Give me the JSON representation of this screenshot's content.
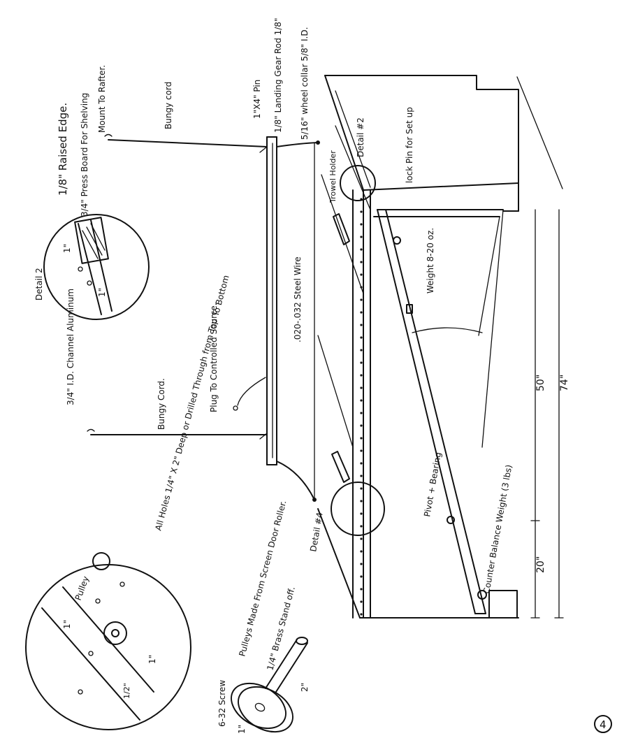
{
  "page_number": "4",
  "labels": {
    "raised_edge": "1/8\" Raised Edge.",
    "press_board": "3/4\" Press Board For Shelving",
    "mount_to_rafter": "Mount To Rafter.",
    "bungy_cord_top": "Bungy cord",
    "pin": "1\"X4\" Pin",
    "landing_gear_rod": "1/8\" Landing Gear Rod 1/8\"",
    "wheel_collar": "5/16\" wheel collar 5/8\" I.D.",
    "detail_2_top": "Detail 2",
    "trowel_holder": "Trowel Holder",
    "detail_2_ref": "Detail #2",
    "lock_pin": "lock Pin for Set up",
    "weight": "Weight 8-20 oz.",
    "steel_wire": ".020-.032 Steel Wire",
    "channel": "3/4\" I.D. Channel Aluminum",
    "plug": "Plug To Controlled Source.",
    "bungy_cord_mid": "Bungy Cord.",
    "all_holes": "All Holes 1/4\" X 2\" Deep or Drilled Through from Top To Bottom",
    "pulley": "Pulley",
    "pulleys_made": "Pulleys Made From Screen Door Roller.",
    "brass_standoff": "1/4\" Brass Stand off.",
    "screw": "6-32 Screw",
    "pivot_bearing": "Pivot + Bearing",
    "counter_balance": "Counter Balance Weight (3 lbs)",
    "detail_4": "Detail #4",
    "dim_50": "50\"",
    "dim_20": "20\"",
    "dim_74": "74\"",
    "dim_1a": "1\"",
    "dim_1b": "1\"",
    "dim_1c": "1\"",
    "dim_1d": "1\"",
    "dim_1e": "1\"",
    "dim_2": "2\"",
    "dim_half": "1/2\""
  }
}
